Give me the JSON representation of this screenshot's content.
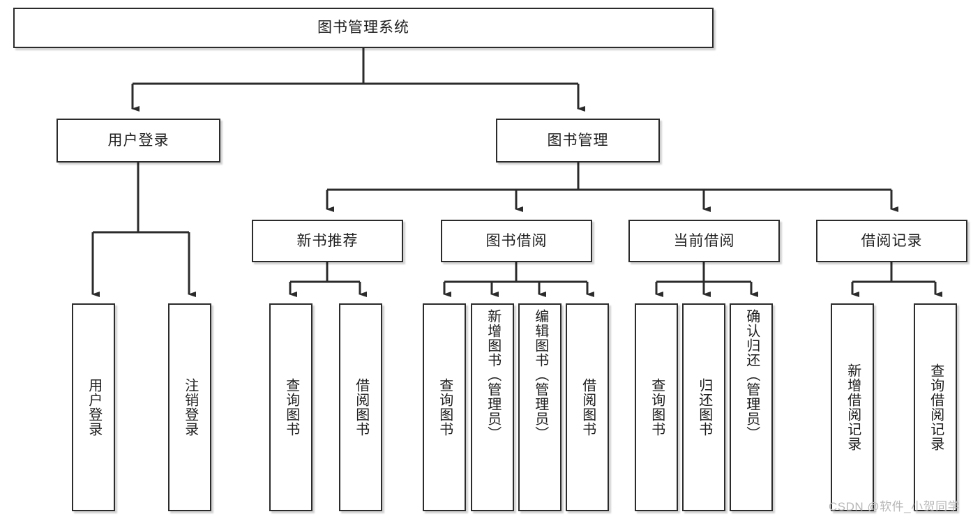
{
  "diagram": {
    "title_node": {
      "label": "图书管理系统"
    },
    "level1": [
      {
        "id": "user-login",
        "label": "用户登录"
      },
      {
        "id": "book-management",
        "label": "图书管理"
      }
    ],
    "level2": [
      {
        "id": "new-book-recommend",
        "label": "新书推荐",
        "parent": "book-management"
      },
      {
        "id": "book-borrow",
        "label": "图书借阅",
        "parent": "book-management"
      },
      {
        "id": "current-borrow",
        "label": "当前借阅",
        "parent": "book-management"
      },
      {
        "id": "borrow-record",
        "label": "借阅记录",
        "parent": "book-management"
      }
    ],
    "leaves": [
      {
        "id": "leaf-user-login",
        "label": "用户登录",
        "parent": "user-login"
      },
      {
        "id": "leaf-logout-login",
        "label": "注销登录",
        "parent": "user-login"
      },
      {
        "id": "leaf-query-book-1",
        "label": "查询图书",
        "parent": "new-book-recommend"
      },
      {
        "id": "leaf-borrow-book-1",
        "label": "借阅图书",
        "parent": "new-book-recommend"
      },
      {
        "id": "leaf-query-book-2",
        "label": "查询图书",
        "parent": "book-borrow"
      },
      {
        "id": "leaf-add-book",
        "label": "新增图书（管理员）",
        "parent": "book-borrow"
      },
      {
        "id": "leaf-edit-book",
        "label": "编辑图书（管理员）",
        "parent": "book-borrow"
      },
      {
        "id": "leaf-borrow-book-2",
        "label": "借阅图书",
        "parent": "book-borrow"
      },
      {
        "id": "leaf-query-book-3",
        "label": "查询图书",
        "parent": "current-borrow"
      },
      {
        "id": "leaf-return-book",
        "label": "归还图书",
        "parent": "current-borrow"
      },
      {
        "id": "leaf-confirm-return",
        "label": "确认归还（管理员）",
        "parent": "current-borrow"
      },
      {
        "id": "leaf-add-borrow-record",
        "label": "新增借阅记录",
        "parent": "borrow-record"
      },
      {
        "id": "leaf-query-borrow-record",
        "label": "查询借阅记录",
        "parent": "borrow-record"
      }
    ],
    "watermark": "CSDN @软件_小贺同学",
    "colors": {
      "box_border": "#2b2b2b",
      "box_fill": "#ffffff",
      "connector": "#2b2b2b",
      "text": "#1d1d1d",
      "watermark": "#b7b7b7"
    }
  }
}
